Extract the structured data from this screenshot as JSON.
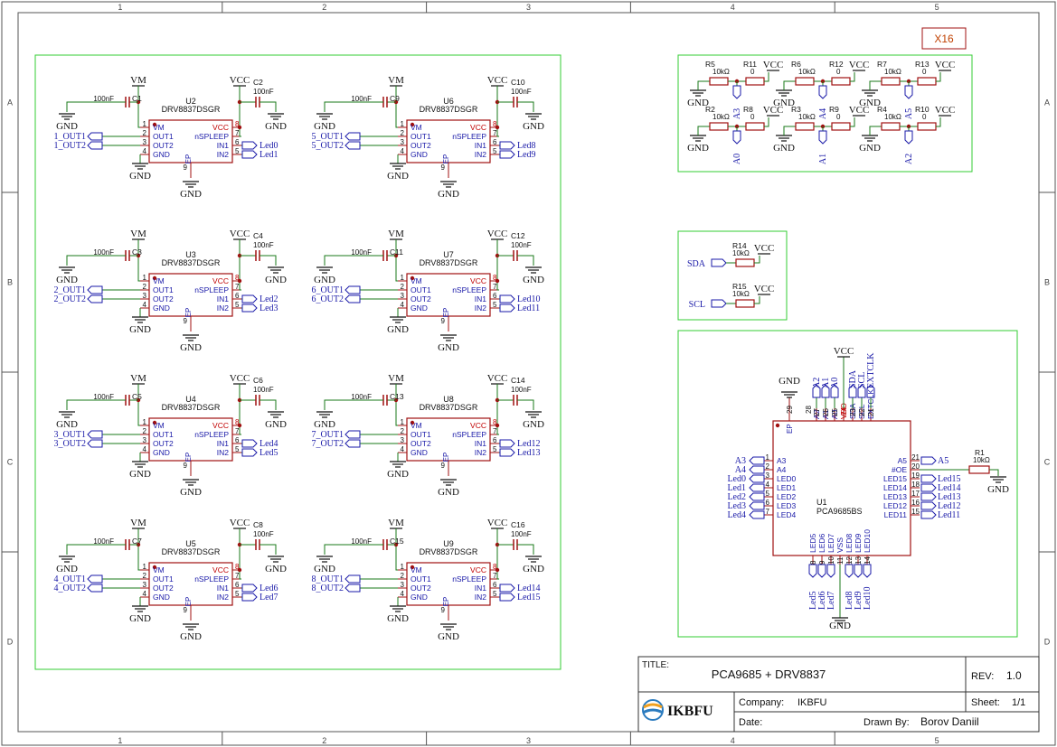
{
  "frame": {
    "columns": [
      "1",
      "2",
      "3",
      "4",
      "5"
    ],
    "rows": [
      "A",
      "B",
      "C",
      "D"
    ]
  },
  "colors": {
    "wire": "#1a7a1a",
    "component": "#a01010",
    "net_label": "#1a1aa8",
    "group_box": "#33cc33",
    "frame": "#555555",
    "sheet_tag": "#c04000"
  },
  "sheet_tag": "X16",
  "title_block": {
    "title_label": "TITLE:",
    "title": "PCA9685 + DRV8837",
    "rev_label": "REV:",
    "rev": "1.0",
    "company_label": "Company:",
    "company": "IKBFU",
    "sheet_label": "Sheet:",
    "sheet": "1/1",
    "date_label": "Date:",
    "drawn_by_label": "Drawn By:",
    "drawn_by": "Borov Daniil",
    "logo_text": "IKBFU"
  },
  "drivers": [
    {
      "ref": "U2",
      "cap_vm": "C1",
      "cap_vcc": "C2",
      "in1": "Led0",
      "in2": "Led1",
      "out1": "1_OUT1",
      "out2": "1_OUT2"
    },
    {
      "ref": "U6",
      "cap_vm": "C9",
      "cap_vcc": "C10",
      "in1": "Led8",
      "in2": "Led9",
      "out1": "5_OUT1",
      "out2": "5_OUT2"
    },
    {
      "ref": "U3",
      "cap_vm": "C3",
      "cap_vcc": "C4",
      "in1": "Led2",
      "in2": "Led3",
      "out1": "2_OUT1",
      "out2": "2_OUT2"
    },
    {
      "ref": "U7",
      "cap_vm": "C11",
      "cap_vcc": "C12",
      "in1": "Led10",
      "in2": "Led11",
      "out1": "6_OUT1",
      "out2": "6_OUT2"
    },
    {
      "ref": "U4",
      "cap_vm": "C5",
      "cap_vcc": "C6",
      "in1": "Led4",
      "in2": "Led5",
      "out1": "3_OUT1",
      "out2": "3_OUT2"
    },
    {
      "ref": "U8",
      "cap_vm": "C13",
      "cap_vcc": "C14",
      "in1": "Led12",
      "in2": "Led13",
      "out1": "7_OUT1",
      "out2": "7_OUT2"
    },
    {
      "ref": "U5",
      "cap_vm": "C7",
      "cap_vcc": "C8",
      "in1": "Led6",
      "in2": "Led7",
      "out1": "4_OUT1",
      "out2": "4_OUT2"
    },
    {
      "ref": "U9",
      "cap_vm": "C15",
      "cap_vcc": "C16",
      "in1": "Led14",
      "in2": "Led15",
      "out1": "8_OUT1",
      "out2": "8_OUT2"
    }
  ],
  "driver_common": {
    "part": "DRV8837DSGR",
    "cap_value": "100nF",
    "vm": "VM",
    "vcc": "VCC",
    "gnd": "GND",
    "pins_left": [
      "VM",
      "OUT1",
      "OUT2",
      "GND"
    ],
    "pins_left_nums": [
      "1",
      "2",
      "3",
      "4"
    ],
    "pins_right": [
      "VCC",
      "nSPLEEP",
      "IN1",
      "IN2"
    ],
    "pins_right_nums": [
      "8",
      "7",
      "6",
      "5"
    ],
    "ep": "EP",
    "ep_num": "9"
  },
  "address_block": {
    "top_row": [
      {
        "r": "R5",
        "rv": "10kΩ",
        "r2": "R11",
        "r2v": "0",
        "net": "A3"
      },
      {
        "r": "R6",
        "rv": "10kΩ",
        "r2": "R12",
        "r2v": "0",
        "net": "A4"
      },
      {
        "r": "R7",
        "rv": "10kΩ",
        "r2": "R13",
        "r2v": "0",
        "net": "A5"
      }
    ],
    "bottom_row": [
      {
        "r": "R2",
        "rv": "10kΩ",
        "r2": "R8",
        "r2v": "0",
        "net": "A0"
      },
      {
        "r": "R3",
        "rv": "10kΩ",
        "r2": "R9",
        "r2v": "0",
        "net": "A1"
      },
      {
        "r": "R4",
        "rv": "10kΩ",
        "r2": "R10",
        "r2v": "0",
        "net": "A2"
      }
    ],
    "vcc": "VCC",
    "gnd": "GND"
  },
  "i2c_block": {
    "rows": [
      {
        "net": "SDA",
        "r": "R14",
        "rv": "10kΩ"
      },
      {
        "net": "SCL",
        "r": "R15",
        "rv": "10kΩ"
      }
    ],
    "vcc": "VCC"
  },
  "pca": {
    "ref": "U1",
    "part": "PCA9685BS",
    "vcc": "VCC",
    "gnd": "GND",
    "ep_label": "EP",
    "ep_num": "29",
    "top_pins": [
      {
        "name": "A2",
        "num": "27",
        "net": "A2"
      },
      {
        "name": "A1",
        "num": "26",
        "net": "A1"
      },
      {
        "name": "A0",
        "num": "25",
        "net": "A0"
      },
      {
        "name": "VDD",
        "num": "24",
        "net": ""
      },
      {
        "name": "SDA",
        "num": "23",
        "net": "SDA"
      },
      {
        "name": "SCL",
        "num": "22",
        "net": "SCL"
      },
      {
        "name": "EXTCLK",
        "num": "21",
        "net": "EXTCLK"
      }
    ],
    "top_extra_num": "28",
    "left_pins": [
      {
        "name": "A3",
        "num": "1",
        "net": "A3"
      },
      {
        "name": "A4",
        "num": "2",
        "net": "A4"
      },
      {
        "name": "LED0",
        "num": "3",
        "net": "Led0"
      },
      {
        "name": "LED1",
        "num": "4",
        "net": "Led1"
      },
      {
        "name": "LED2",
        "num": "5",
        "net": "Led2"
      },
      {
        "name": "LED3",
        "num": "6",
        "net": "Led3"
      },
      {
        "name": "LED4",
        "num": "7",
        "net": "Led4"
      }
    ],
    "right_pins": [
      {
        "name": "A5",
        "num": "21",
        "net": "A5"
      },
      {
        "name": "#OE",
        "num": "20",
        "net": ""
      },
      {
        "name": "LED15",
        "num": "19",
        "net": "Led15"
      },
      {
        "name": "LED14",
        "num": "18",
        "net": "Led14"
      },
      {
        "name": "LED13",
        "num": "17",
        "net": "Led13"
      },
      {
        "name": "LED12",
        "num": "16",
        "net": "Led12"
      },
      {
        "name": "LED11",
        "num": "15",
        "net": "Led11"
      }
    ],
    "bottom_pins": [
      {
        "name": "LED5",
        "num": "8",
        "net": "Led5"
      },
      {
        "name": "LED6",
        "num": "9",
        "net": "Led6"
      },
      {
        "name": "LED7",
        "num": "10",
        "net": "Led7"
      },
      {
        "name": "VSS",
        "num": "11",
        "net": ""
      },
      {
        "name": "LED8",
        "num": "12",
        "net": "Led8"
      },
      {
        "name": "LED9",
        "num": "13",
        "net": "Led9"
      },
      {
        "name": "LED10",
        "num": "14",
        "net": "Led10"
      }
    ],
    "oe_resistor": {
      "r": "R1",
      "rv": "10kΩ"
    }
  }
}
